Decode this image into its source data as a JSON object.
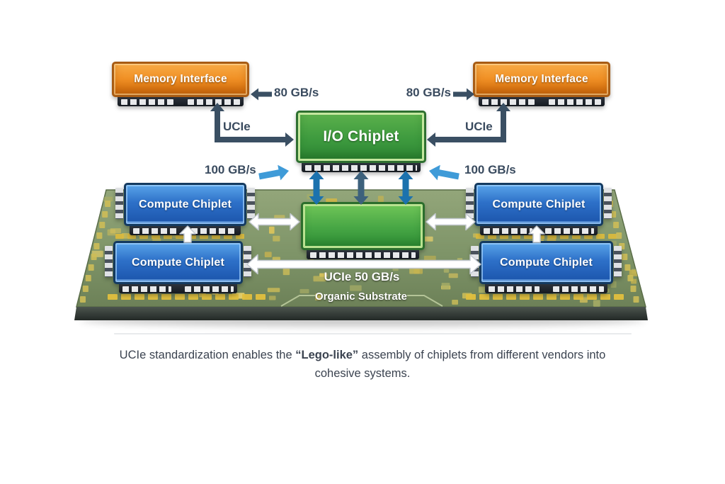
{
  "nodes": {
    "memory_left": "Memory Interface",
    "memory_right": "Memory Interface",
    "io_chiplet": "I/O Chiplet",
    "compute_tl": "Compute Chiplet",
    "compute_bl": "Compute Chiplet",
    "compute_tr": "Compute Chiplet",
    "compute_br": "Compute Chiplet",
    "substrate": "Organic Substrate"
  },
  "labels": {
    "ucie_left": "UCIe",
    "ucie_right": "UCIe",
    "bw_80_left": "80 GB/s",
    "bw_80_right": "80 GB/s",
    "bw_100_left": "100 GB/s",
    "bw_100_right": "100 GB/s",
    "bus": "UCIe 50 GB/s"
  },
  "caption": {
    "pre": "UCIe standardization enables the ",
    "highlight": "“Lego-like”",
    "post": " assembly of chiplets from different vendors into cohesive systems."
  },
  "colors": {
    "label_ink": "#3a4b5f",
    "arrow_dark": "#3a4f63",
    "arrow_blue_bright": "#3f9bd8",
    "arrow_blue_mid": "#1c72ae",
    "arrow_blue_dark": "#3d617c",
    "arrow_white": "#ffffff",
    "memory_orange": "#ef8f25",
    "compute_blue": "#2d70c8",
    "chiplet_green": "#3d9a3e",
    "board_green": "#7e9468",
    "pad_gold": "#d9c35c"
  }
}
